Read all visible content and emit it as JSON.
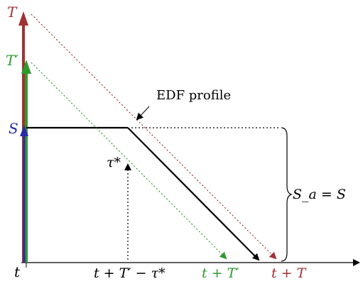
{
  "labels": {
    "T": "T",
    "T_prime": "T′",
    "S": "S",
    "t": "t",
    "tau_star": "τ*",
    "t_plus_T_prime_minus_tau": "t + T′ − τ*",
    "t_plus_T_prime": "t + T′",
    "t_plus_T": "t + T",
    "edf_profile": "EDF profile",
    "Sa_equals_S": "S_a = S"
  },
  "colors": {
    "T": "#a03232",
    "T_prime": "#2e9a2e",
    "S": "#2a2aa8",
    "black": "#000000"
  }
}
